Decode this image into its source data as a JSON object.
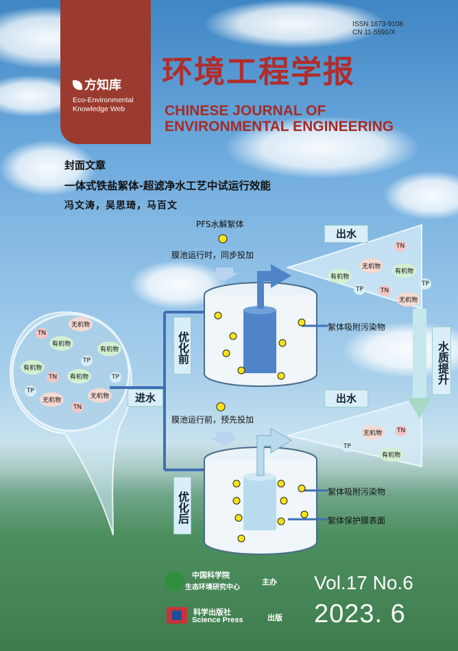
{
  "brand": {
    "logo_text": "方知库",
    "en_line1": "Eco-Environmental",
    "en_line2": "Knowledge Web",
    "color": "#9b3a2e"
  },
  "issn": {
    "line1": "ISSN  1673-9108",
    "line2": "CN  11-5591/X"
  },
  "journal": {
    "title_cn": "环境工程学报",
    "title_en_line1": "CHINESE JOURNAL OF",
    "title_en_line2": "ENVIRONMENTAL ENGINEERING",
    "title_color": "#b02d2b"
  },
  "cover_article": {
    "label": "封面文章",
    "title": "一体式铁盐絮体-超滤净水工艺中试运行效能",
    "authors": "冯文涛，吴思琦，马百文"
  },
  "diagram": {
    "pfs": "PFS水解絮体",
    "sync_dosing": "膜池运行时，同步投加",
    "pre_dosing": "膜池运行前，预先投加",
    "outflow_top": "出水",
    "outflow_bottom": "出水",
    "before_opt": "优化前",
    "after_opt": "优化后",
    "inflow": "进水",
    "quality_up": "水质提升",
    "adsorb_top": "絮体吸附污染物",
    "adsorb_bottom": "絮体吸附污染物",
    "protect": "絮体保护膜表面",
    "particles": {
      "tn": "TN",
      "tp": "TP",
      "organic": "有机物",
      "inorganic": "无机物"
    }
  },
  "publisher": {
    "org_name": "中国科学院",
    "org_sub": "生态环境研究中心",
    "org_role": "主办",
    "press_cn": "科学出版社",
    "press_en": "Science Press",
    "press_role": "出版"
  },
  "issue": {
    "vol": "Vol.17  No.6",
    "date": "2023. 6"
  }
}
